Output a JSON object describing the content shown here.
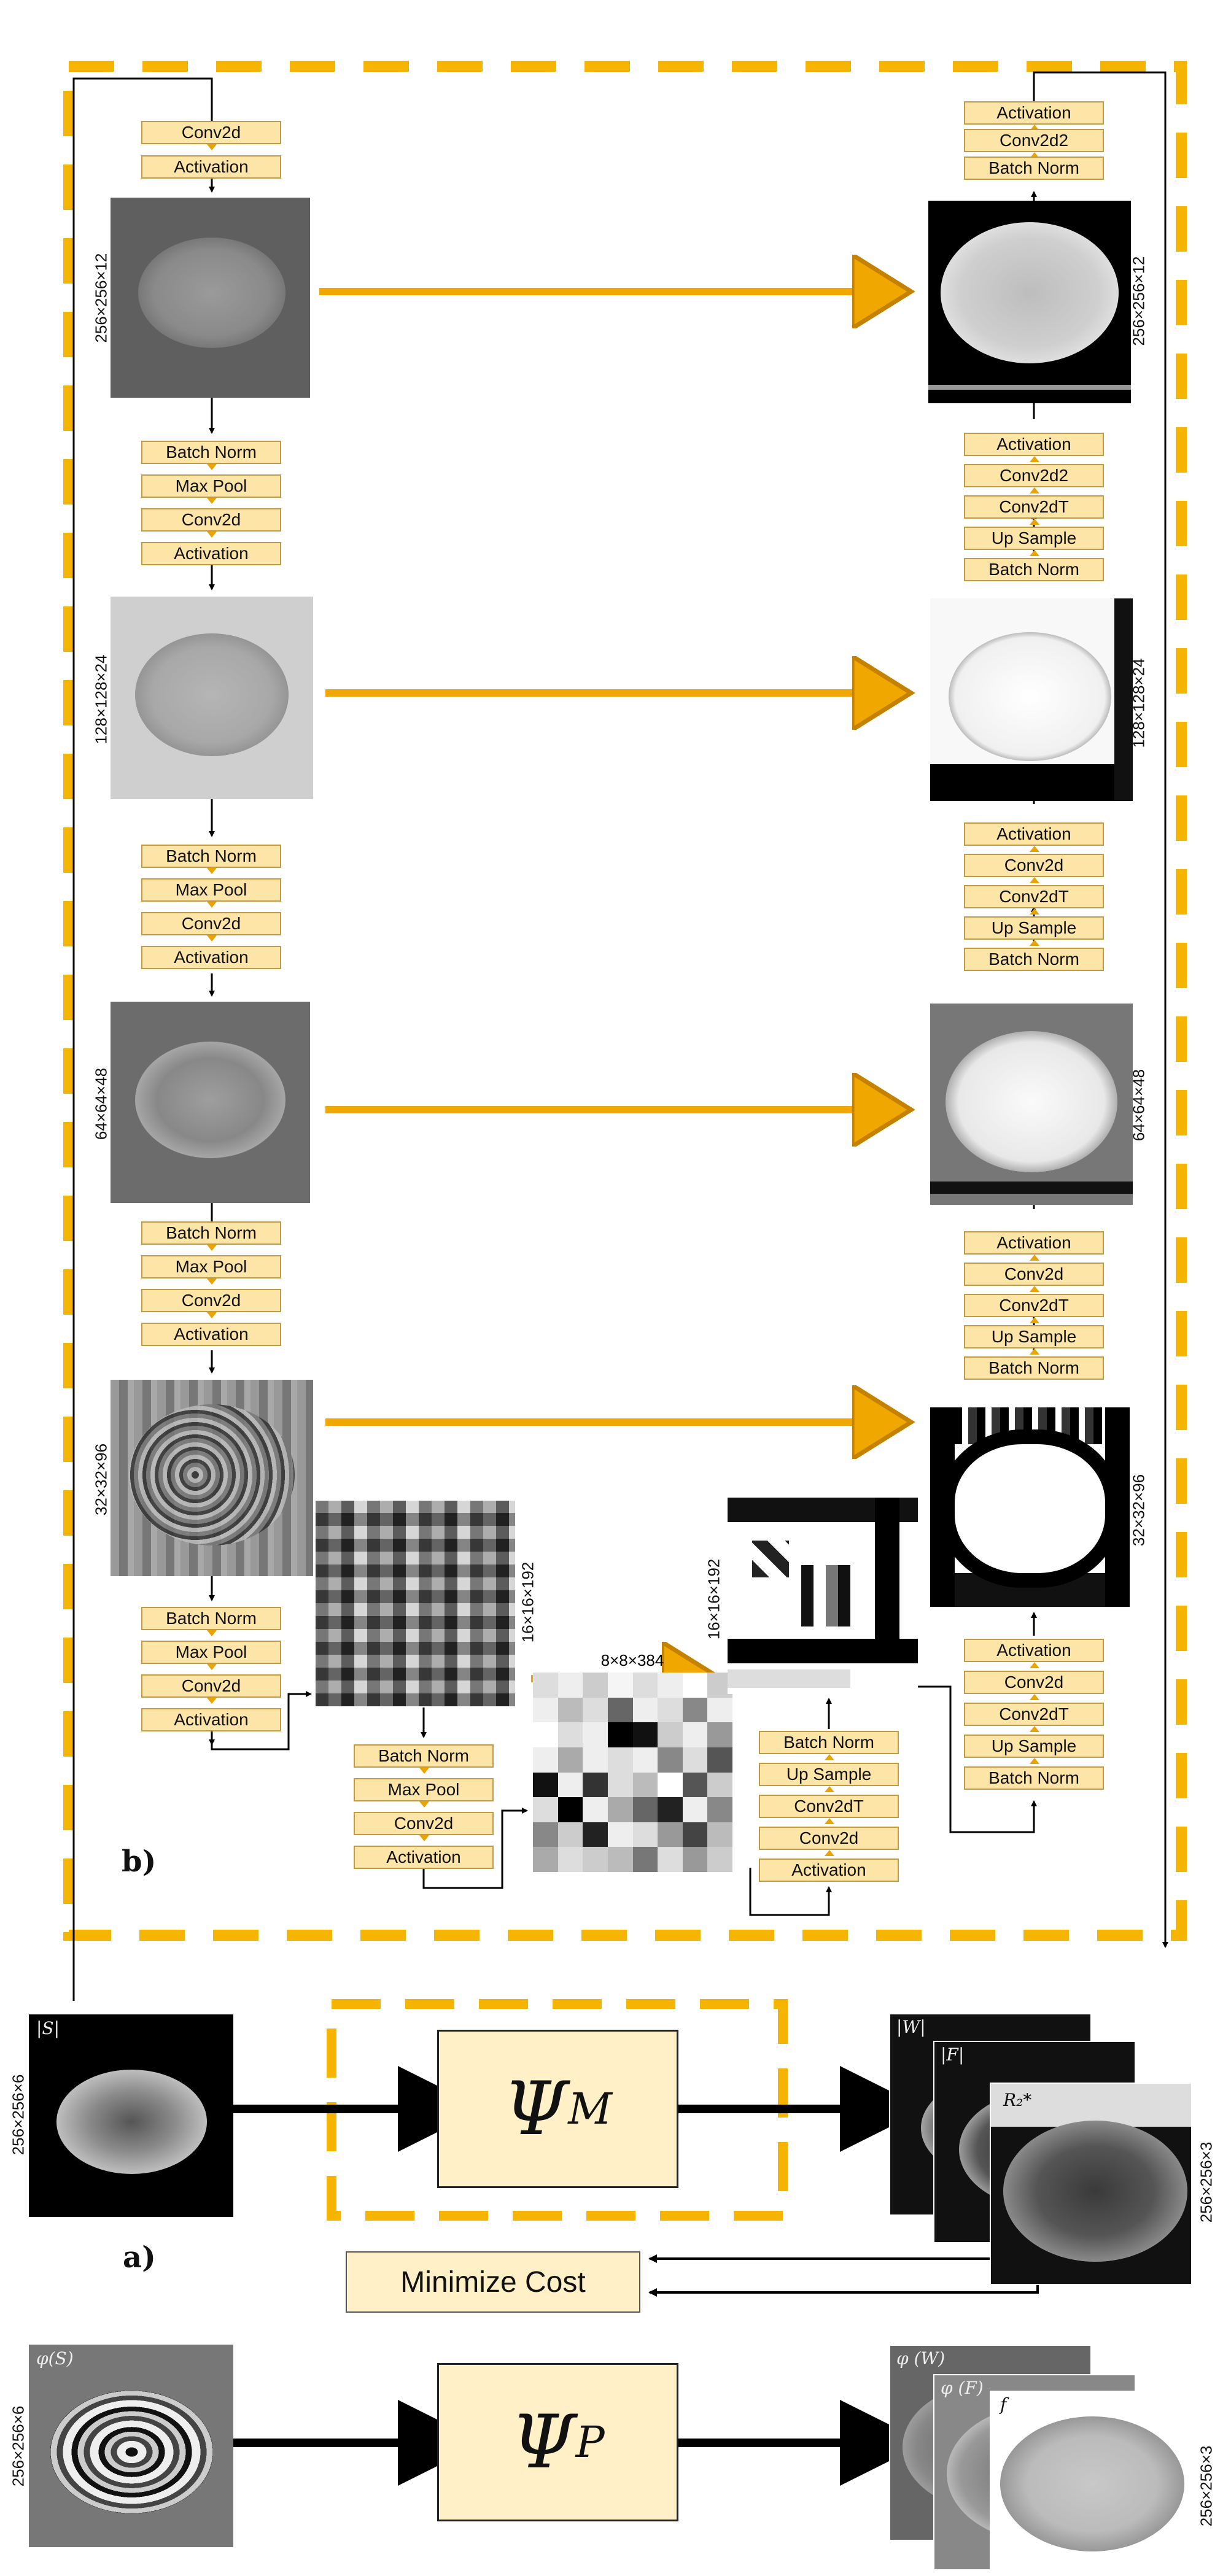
{
  "panel_b": {
    "label": "b)",
    "encoder": [
      {
        "pre_ops": [
          "Conv2d",
          "Activation"
        ],
        "dim": "256×256×12"
      },
      {
        "pre_ops": [
          "Batch Norm",
          "Max Pool",
          "Conv2d",
          "Activation"
        ],
        "dim": "128×128×24"
      },
      {
        "pre_ops": [
          "Batch Norm",
          "Max Pool",
          "Conv2d",
          "Activation"
        ],
        "dim": "64×64×48"
      },
      {
        "pre_ops": [
          "Batch Norm",
          "Max Pool",
          "Conv2d",
          "Activation"
        ],
        "dim": "32×32×96"
      },
      {
        "pre_ops": [
          "Batch Norm",
          "Max Pool",
          "Conv2d",
          "Activation"
        ],
        "dim": "16×16×192"
      }
    ],
    "bottleneck": {
      "pre_ops": [
        "Batch Norm",
        "Max Pool",
        "Conv2d",
        "Activation"
      ],
      "dim": "8×8×384"
    },
    "decoder": [
      {
        "ops": [
          "Activation",
          "Conv2d",
          "Conv2dT",
          "Up Sample",
          "Batch Norm"
        ],
        "dim": "16×16×192"
      },
      {
        "ops": [
          "Activation",
          "Conv2d",
          "Conv2dT",
          "Up Sample",
          "Batch Norm"
        ],
        "dim": "32×32×96"
      },
      {
        "ops": [
          "Activation",
          "Conv2d",
          "Conv2dT",
          "Up Sample",
          "Batch Norm"
        ],
        "dim": "64×64×48"
      },
      {
        "ops": [
          "Activation",
          "Conv2d",
          "Conv2dT",
          "Up Sample",
          "Batch Norm"
        ],
        "dim": "128×128×24"
      },
      {
        "ops": [
          "Activation",
          "Conv2d2",
          "Conv2dT",
          "Up Sample",
          "Batch Norm"
        ],
        "dim": "256×256×12"
      },
      {
        "ops": [
          "Activation",
          "Conv2d2",
          "Batch Norm"
        ],
        "dim": ""
      }
    ]
  },
  "panel_a": {
    "label": "a)",
    "magnitude_input": {
      "label": "|S|",
      "dim": "256×256×6"
    },
    "magnitude_net": "Ψ",
    "magnitude_net_sub": "M",
    "magnitude_outputs": {
      "labels": [
        "|W|",
        "|F|",
        "R₂*"
      ],
      "dim": "256×256×3"
    },
    "minimize_cost": "Minimize Cost",
    "phase_input": {
      "label": "φ(S)",
      "dim": "256×256×6"
    },
    "phase_net": "Ψ",
    "phase_net_sub": "P",
    "phase_outputs": {
      "labels": [
        "φ (W)",
        "φ (F)",
        "f"
      ],
      "dim": "256×256×3"
    }
  },
  "colors": {
    "dash": "#f4b400",
    "skip_arrow": "#f0a800",
    "op_fill": "#fde5a8",
    "op_border": "#c29a43",
    "net_fill": "#fff0c8"
  }
}
